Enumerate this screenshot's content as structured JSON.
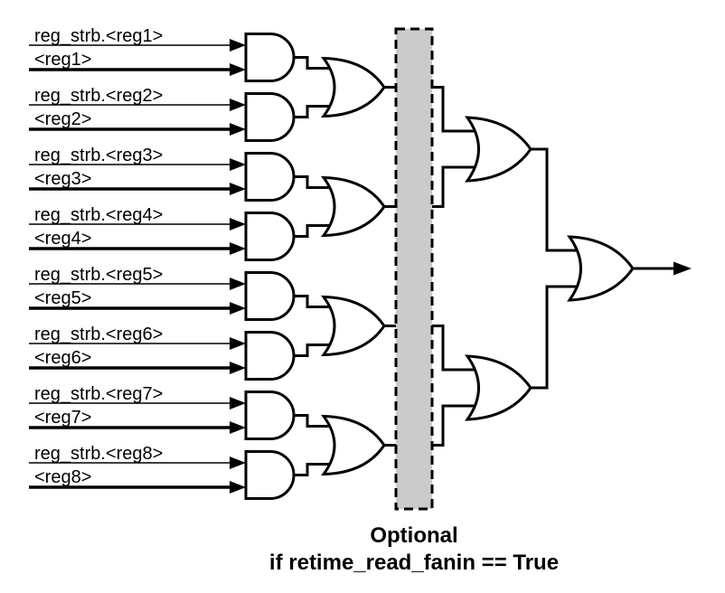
{
  "diagram": {
    "type": "logic-circuit",
    "inputs": [
      {
        "strobe_label": "reg_strb.<reg1>",
        "reg_label": "<reg1>"
      },
      {
        "strobe_label": "reg_strb.<reg2>",
        "reg_label": "<reg2>"
      },
      {
        "strobe_label": "reg_strb.<reg3>",
        "reg_label": "<reg3>"
      },
      {
        "strobe_label": "reg_strb.<reg4>",
        "reg_label": "<reg4>"
      },
      {
        "strobe_label": "reg_strb.<reg5>",
        "reg_label": "<reg5>"
      },
      {
        "strobe_label": "reg_strb.<reg6>",
        "reg_label": "<reg6>"
      },
      {
        "strobe_label": "reg_strb.<reg7>",
        "reg_label": "<reg7>"
      },
      {
        "strobe_label": "reg_strb.<reg8>",
        "reg_label": "<reg8>"
      }
    ],
    "caption": {
      "line1": "Optional",
      "line2": "if retime_read_fanin == True"
    },
    "structure": {
      "and_gates": 8,
      "stage2_or_gates": 4,
      "stage3_or_gates": 2,
      "final_or_gates": 1
    },
    "colors": {
      "wire": "#000000",
      "gate_fill": "#ffffff",
      "optional_box_fill": "#cbcbcb",
      "background": "#ffffff"
    }
  }
}
